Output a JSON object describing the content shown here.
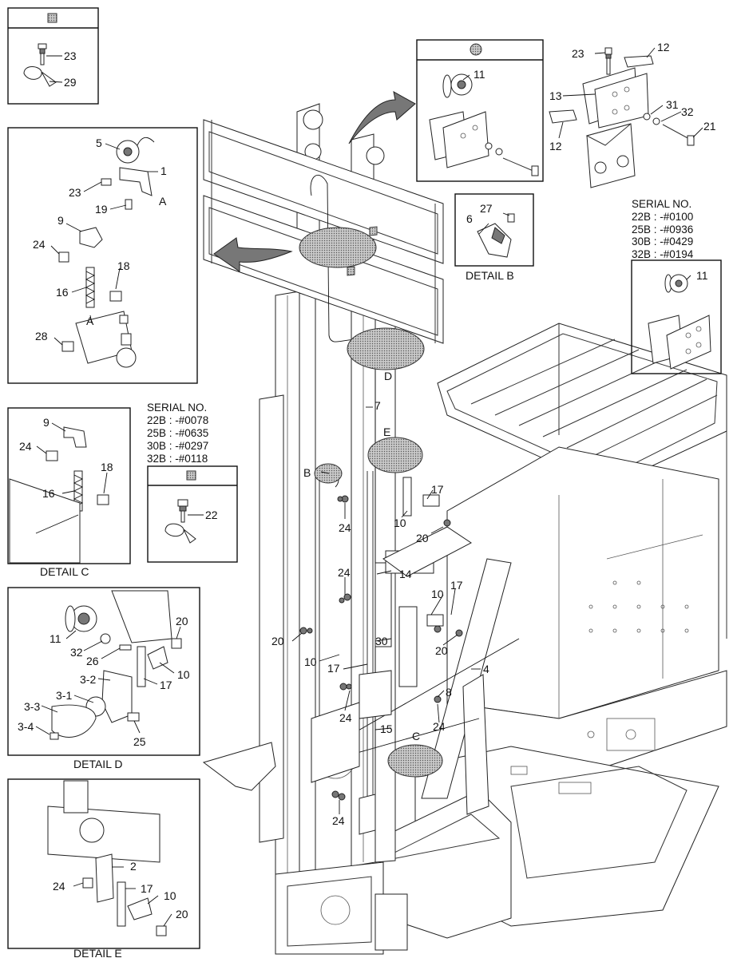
{
  "serial_blocks": [
    {
      "heading": "SERIAL NO.",
      "lines": [
        "22B : -#0100",
        "25B : -#0936",
        "30B : -#0429",
        "32B : -#0194"
      ]
    },
    {
      "heading": "SERIAL NO.",
      "lines": [
        "22B : -#0078",
        "25B : -#0635",
        "30B : -#0297",
        "32B : -#0118"
      ]
    }
  ],
  "captions": {
    "detail_b": "DETAIL B",
    "detail_c": "DETAIL C",
    "detail_d": "DETAIL D",
    "detail_e": "DETAIL E"
  },
  "callouts": {
    "tl_box": [
      "23",
      "29"
    ],
    "left_box": [
      "5",
      "1",
      "23",
      "A",
      "19",
      "9",
      "24",
      "18",
      "16",
      "A",
      "28"
    ],
    "detail_c": [
      "9",
      "24",
      "18",
      "16"
    ],
    "serial_box_left": [
      "22"
    ],
    "detail_d": [
      "11",
      "20",
      "32",
      "26",
      "10",
      "17",
      "3-2",
      "3-1",
      "3-3",
      "3-4",
      "25"
    ],
    "detail_e": [
      "2",
      "24",
      "17",
      "10",
      "20"
    ],
    "top_mid_box": [
      "11"
    ],
    "top_right": [
      "23",
      "12",
      "13",
      "31",
      "32",
      "21",
      "12"
    ],
    "detail_b": [
      "27",
      "6"
    ],
    "serial_box_right": [
      "11"
    ],
    "main": [
      "D",
      "7",
      "E",
      "B",
      "17",
      "24",
      "10",
      "20",
      "14",
      "24",
      "10",
      "17",
      "20",
      "30",
      "10",
      "17",
      "20",
      "4",
      "8",
      "24",
      "24",
      "15",
      "C",
      "24"
    ]
  }
}
